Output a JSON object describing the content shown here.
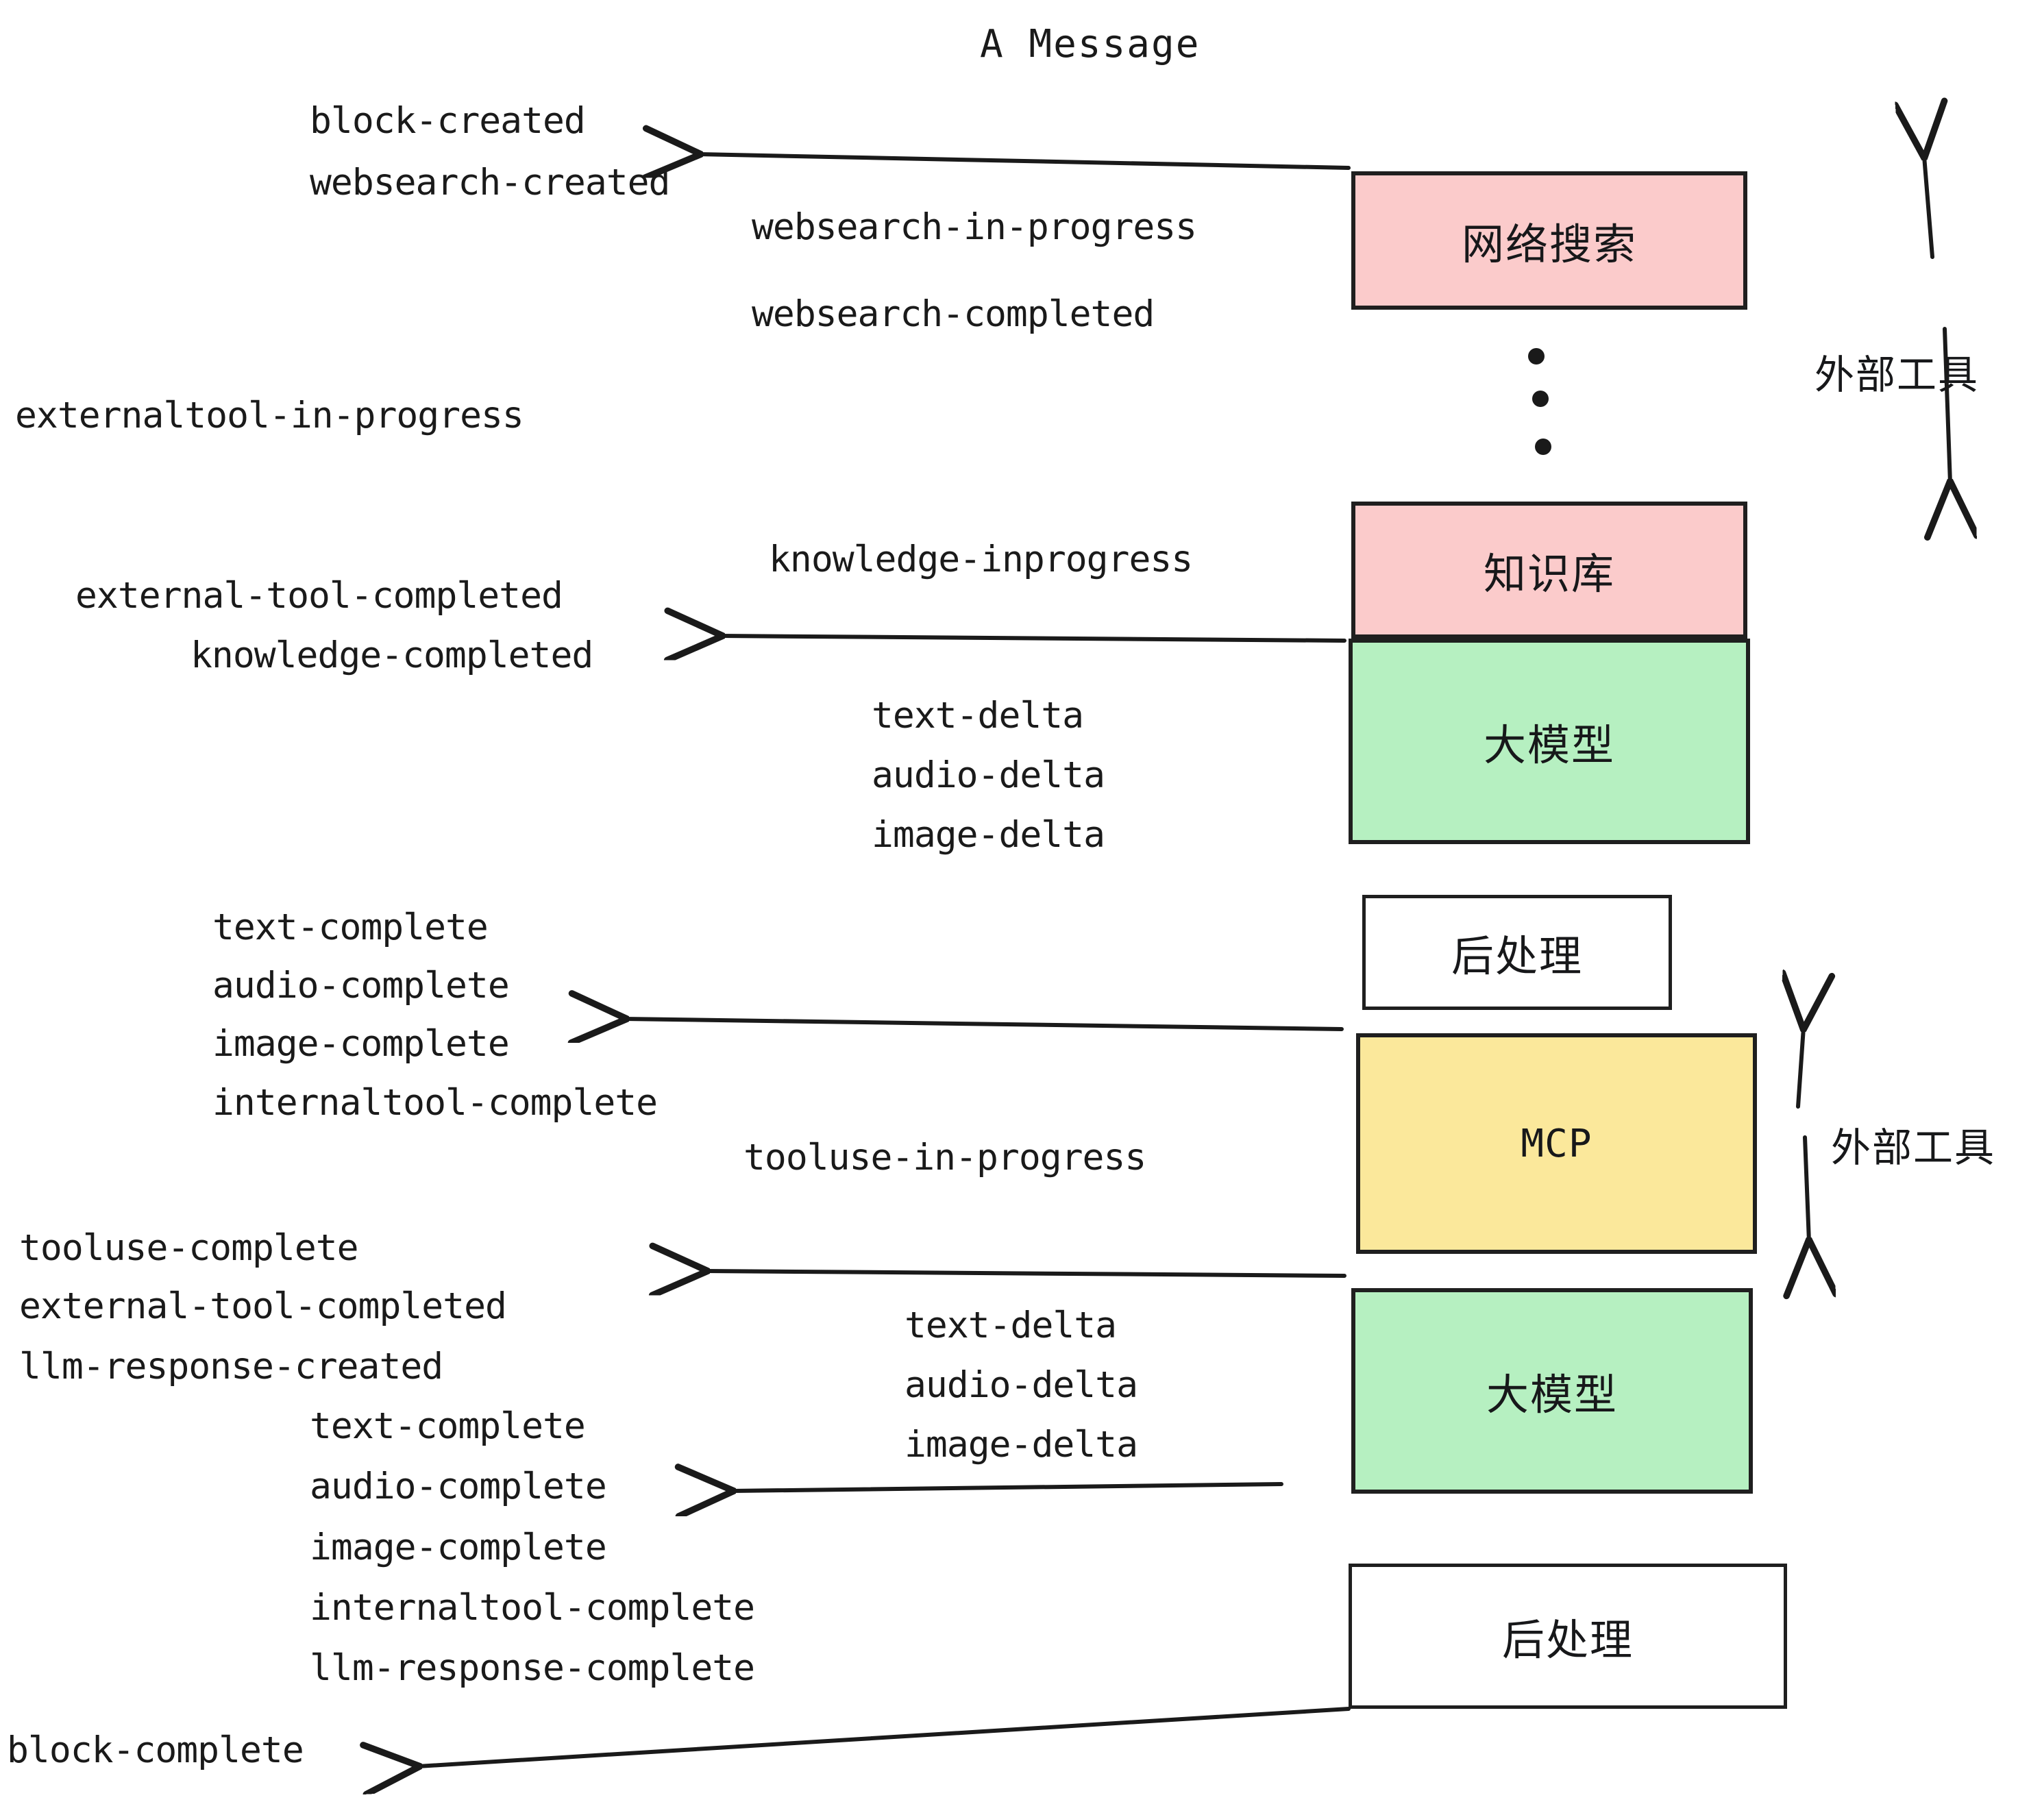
{
  "title": "A Message",
  "colors": {
    "pink": "#fbcbcb",
    "green": "#b6f0c1",
    "yellow": "#fbe89b",
    "white": "#ffffff",
    "stroke": "#1f1f1f",
    "text": "#1a1a1a"
  },
  "nodes": [
    {
      "id": "websearch",
      "label": "网络搜索",
      "fill": "pink"
    },
    {
      "id": "knowledge",
      "label": "知识库",
      "fill": "pink"
    },
    {
      "id": "llm-1",
      "label": "大模型",
      "fill": "green"
    },
    {
      "id": "postprocess-1",
      "label": "后处理",
      "fill": "white"
    },
    {
      "id": "mcp",
      "label": "MCP",
      "fill": "yellow"
    },
    {
      "id": "llm-2",
      "label": "大模型",
      "fill": "green"
    },
    {
      "id": "postprocess-2",
      "label": "后处理",
      "fill": "white"
    }
  ],
  "group_labels": [
    {
      "id": "external-tools-top",
      "label": "外部工具"
    },
    {
      "id": "external-tools-bottom",
      "label": "外部工具"
    }
  ],
  "events": [
    {
      "id": "e01",
      "text": "block-created"
    },
    {
      "id": "e02",
      "text": "websearch-created"
    },
    {
      "id": "e03",
      "text": "websearch-in-progress"
    },
    {
      "id": "e04",
      "text": "websearch-completed"
    },
    {
      "id": "e05",
      "text": "externaltool-in-progress"
    },
    {
      "id": "e06",
      "text": "knowledge-inprogress"
    },
    {
      "id": "e07",
      "text": "external-tool-completed"
    },
    {
      "id": "e08",
      "text": "knowledge-completed"
    },
    {
      "id": "e09",
      "text": "text-delta"
    },
    {
      "id": "e10",
      "text": "audio-delta"
    },
    {
      "id": "e11",
      "text": "image-delta"
    },
    {
      "id": "e12",
      "text": "text-complete"
    },
    {
      "id": "e13",
      "text": "audio-complete"
    },
    {
      "id": "e14",
      "text": "image-complete"
    },
    {
      "id": "e15",
      "text": "internaltool-complete"
    },
    {
      "id": "e16",
      "text": "tooluse-in-progress"
    },
    {
      "id": "e17",
      "text": "tooluse-complete"
    },
    {
      "id": "e18",
      "text": "external-tool-completed"
    },
    {
      "id": "e19",
      "text": "llm-response-created"
    },
    {
      "id": "e20",
      "text": "text-delta"
    },
    {
      "id": "e21",
      "text": "audio-delta"
    },
    {
      "id": "e22",
      "text": "image-delta"
    },
    {
      "id": "e23",
      "text": "text-complete"
    },
    {
      "id": "e24",
      "text": "audio-complete"
    },
    {
      "id": "e25",
      "text": "image-complete"
    },
    {
      "id": "e26",
      "text": "internaltool-complete"
    },
    {
      "id": "e27",
      "text": "llm-response-complete"
    },
    {
      "id": "e28",
      "text": "block-complete"
    }
  ]
}
